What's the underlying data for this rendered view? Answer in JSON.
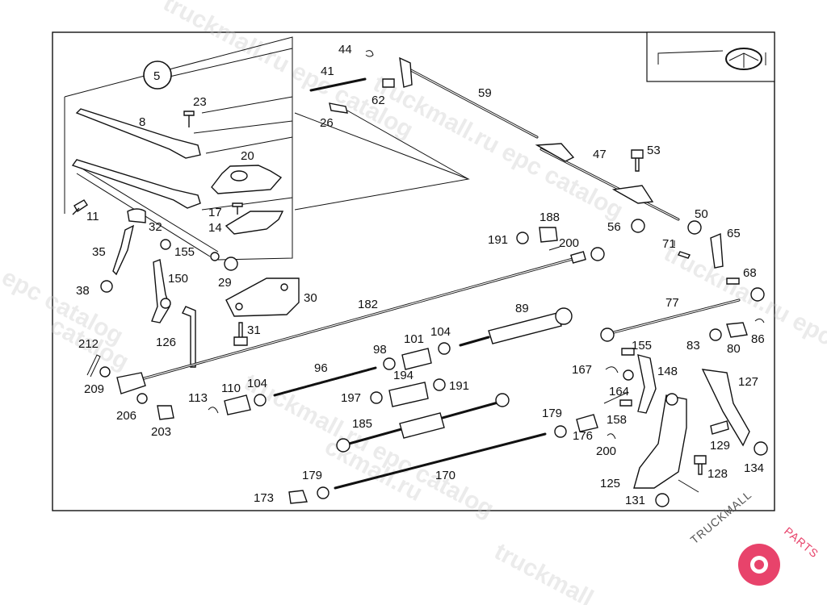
{
  "diagram": {
    "group_number": "5",
    "part_labels": [
      "44",
      "41",
      "62",
      "59",
      "26",
      "23",
      "8",
      "20",
      "47",
      "53",
      "11",
      "17",
      "14",
      "32",
      "35",
      "155",
      "29",
      "188",
      "191",
      "200",
      "56",
      "50",
      "71",
      "65",
      "38",
      "150",
      "30",
      "182",
      "68",
      "89",
      "77",
      "126",
      "31",
      "212",
      "98",
      "101",
      "104",
      "155",
      "83",
      "80",
      "86",
      "167",
      "148",
      "209",
      "96",
      "194",
      "191",
      "127",
      "110",
      "104",
      "113",
      "197",
      "164",
      "206",
      "203",
      "179",
      "185",
      "158",
      "176",
      "200",
      "129",
      "134",
      "128",
      "170",
      "125",
      "179",
      "173",
      "131"
    ]
  },
  "watermark": {
    "text_1": "truckmall.ru epc catalog",
    "text_2": "truckmall.ru epc catalog",
    "text_3": "truckmall.ru epc catalog",
    "text_4": "truckmall.ru epc catalog",
    "text_5": "epc catalog",
    "text_6": "catalog",
    "text_7": "ckmall.ru",
    "text_8": "truckmall"
  },
  "logo": {
    "text_dark": "TRUCKMALL",
    "text_accent": "PARTS",
    "accent_color": "#e8436b",
    "dark_color": "#555555"
  }
}
